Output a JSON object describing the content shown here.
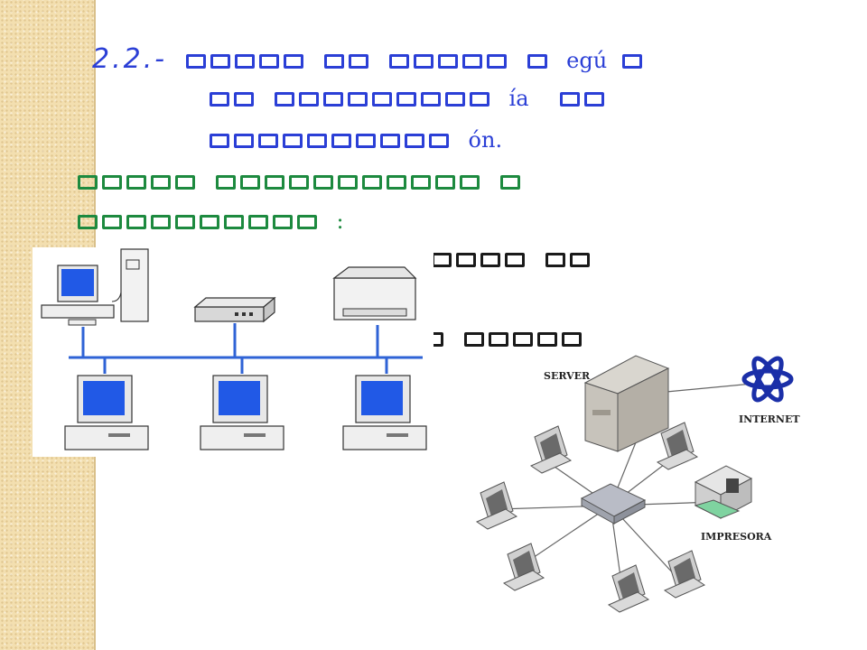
{
  "slide": {
    "title_number": "2.2.-",
    "title_tail_1": "egú",
    "title_tail_2": "ía",
    "title_tail_3": "ón.",
    "subtitle_tail": ":",
    "colors": {
      "title": "#2b3fd6",
      "subtitle": "#1d8a3f",
      "body": "#1a1a1a",
      "sidebar": "#f3dfb0"
    }
  },
  "star_diagram": {
    "server_label": "SERVER",
    "internet_label": "INTERNET",
    "printer_label": "IMPRESORA"
  }
}
